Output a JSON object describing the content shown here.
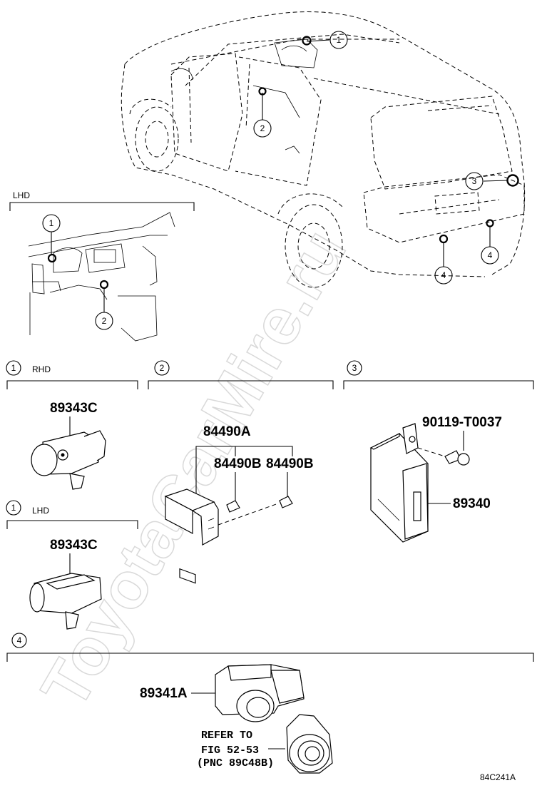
{
  "watermark": "ToyotaCarMire.ru",
  "diagram_code": "84C241A",
  "markers": {
    "m1": "1",
    "m2": "2",
    "m3": "3",
    "m4": "4"
  },
  "lhd_inset_label": "LHD",
  "sections": {
    "s1_rhd": {
      "marker": "1",
      "variant": "RHD",
      "part": "89343C"
    },
    "s1_lhd": {
      "marker": "1",
      "variant": "LHD",
      "part": "89343C"
    },
    "s2": {
      "marker": "2",
      "part_main": "84490A",
      "part_sub_a": "84490B",
      "part_sub_b": "84490B"
    },
    "s3": {
      "marker": "3",
      "bolt": "90119-T0037",
      "part": "89340"
    },
    "s4": {
      "marker": "4",
      "part": "89341A",
      "refer_line1": "REFER TO",
      "refer_line2": "FIG 52-53",
      "refer_line3": "(PNC 89C48B)"
    }
  }
}
